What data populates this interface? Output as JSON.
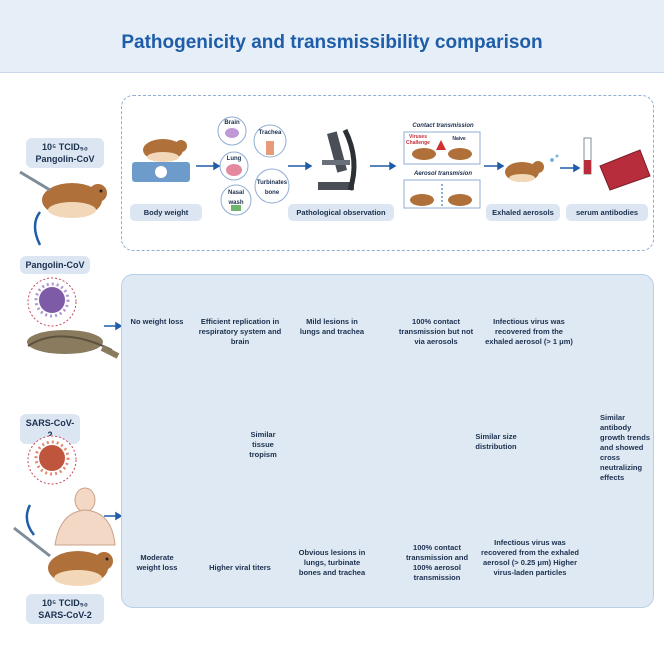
{
  "title": "Pathogenicity and transmissibility comparison",
  "left": {
    "pangolin_dose": "10⁵ TCID₅₀",
    "pangolin_virus": "Pangolin-CoV",
    "pangolin_label": "Pangolin-CoV",
    "sars_label": "SARS-CoV-2",
    "sars_dose": "10⁵ TCID₅₀",
    "sars_virus": "SARS-CoV-2"
  },
  "top_panel": {
    "steps": [
      "Body weight",
      "Pathological observation",
      "Exhaled aerosols",
      "serum antibodies"
    ],
    "organs": [
      "Brain",
      "Trachea",
      "Lung",
      "Turbinates bone",
      "Nasal wash"
    ],
    "contact_title": "Contact transmission",
    "aerosol_title": "Aerosol transmision",
    "virus_challenge": "Viruses Challenge",
    "naive": "Naive"
  },
  "bottom_panel": {
    "pangolin_row": [
      "No weight loss",
      "Efficient replication in respiratory system and brain",
      "Mild lesions in lungs and trachea",
      "100% contact transmission but not via aerosols",
      "Infectious virus was recovered from the exhaled aerosol (> 1 μm)"
    ],
    "sars_row": [
      "Moderate weight loss",
      "Higher viral titers",
      "Obvious lesions in lungs, turbinate bones and  trachea",
      "100% contact transmission and 100% aerosol transmission",
      "Infectious virus was recovered from the exhaled aerosol (> 0.25 μm) Higher virus-laden particles"
    ],
    "similar_tissue": "Similar tissue tropism",
    "similar_size": "Similar size distribution",
    "similar_antibody": "Similar antibody growth trends and showed cross neutralizing effects"
  }
}
